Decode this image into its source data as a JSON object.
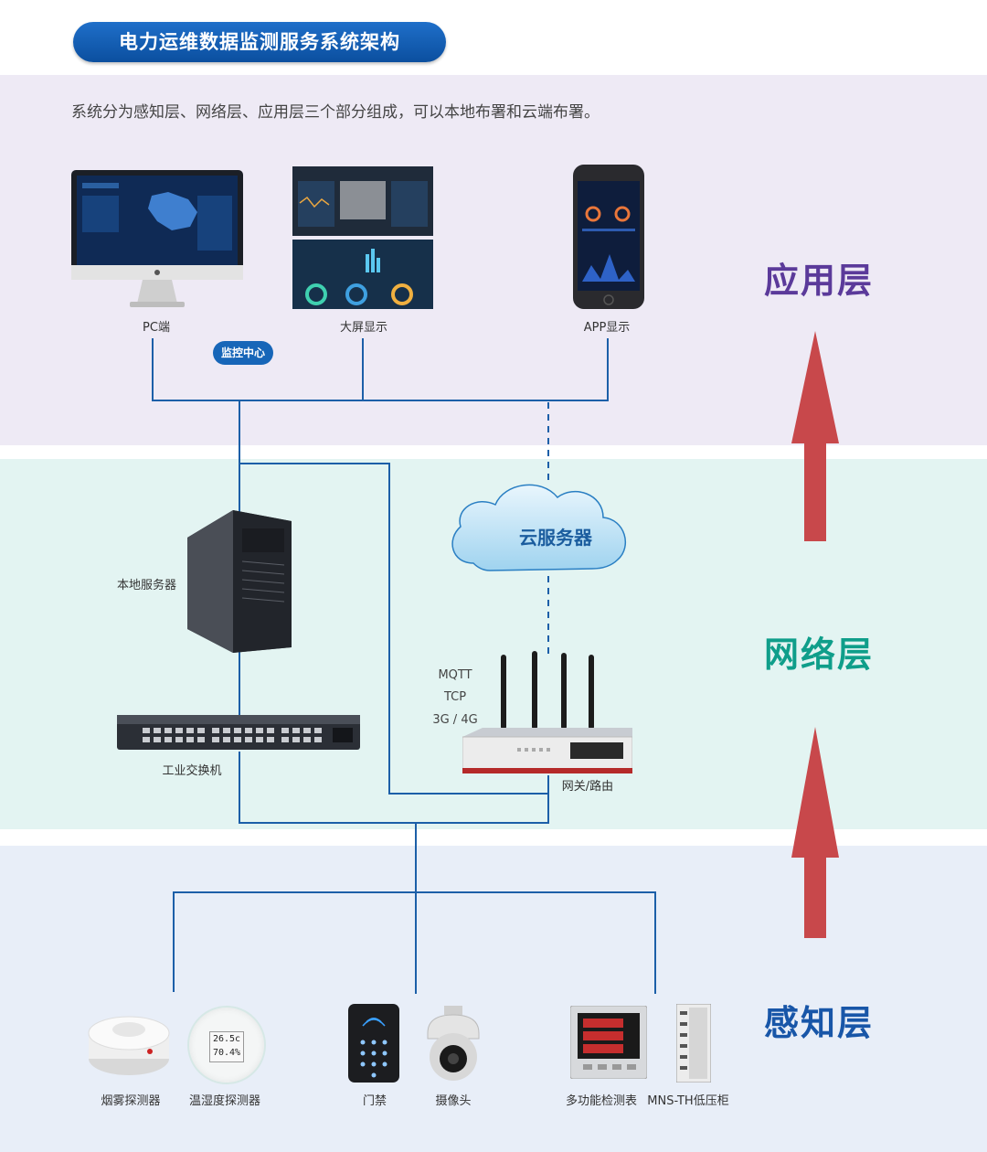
{
  "title": "电力运维数据监测服务系统架构",
  "intro": "系统分为感知层、网络层、应用层三个部分组成，可以本地布署和云端布署。",
  "layers": {
    "application": "应用层",
    "network": "网络层",
    "sensing": "感知层"
  },
  "colors": {
    "application_text": "#5b3a9a",
    "network_text": "#0f9e8a",
    "sensing_text": "#1856a8",
    "arrow": "#c8484b",
    "line": "#1c5fa8",
    "title_bg": "#1565c0"
  },
  "application_devices": {
    "pc": "PC端",
    "big_screen": "大屏显示",
    "app": "APP显示",
    "monitor_center": "监控中心"
  },
  "network_devices": {
    "local_server": "本地服务器",
    "switch": "工业交换机",
    "cloud": "云服务器",
    "gateway": "网关/路由",
    "protocols": [
      "MQTT",
      "TCP",
      "3G / 4G"
    ]
  },
  "sensing_devices": {
    "smoke": "烟雾探测器",
    "temp_humidity": "温湿度探测器",
    "access": "门禁",
    "camera": "摄像头",
    "meter": "多功能检测表",
    "cabinet": "MNS-TH低压柜"
  },
  "screen_readouts": {
    "thermo_temp": "26.5c",
    "thermo_humidity": "70.4%"
  }
}
